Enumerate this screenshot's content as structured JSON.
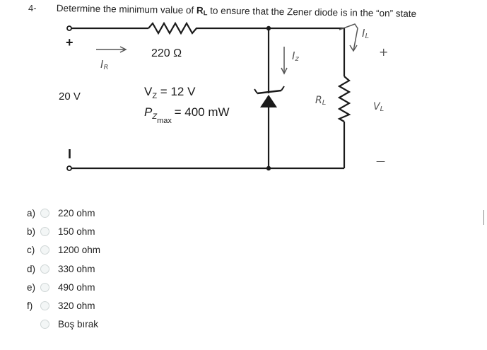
{
  "question": {
    "number": "4-",
    "text_before": "Determine the minimum value of ",
    "rl_main": "R",
    "rl_sub": "L",
    "text_after": " to ensure that the Zener diode is in the “on” state"
  },
  "circuit": {
    "plus_top": "+",
    "minus_bottom": "I",
    "resistor_value": "220 Ω",
    "ir_label": "I",
    "ir_sub": "R",
    "source_voltage": "20 V",
    "vz_label": "V",
    "vz_sub": "Z",
    "vz_value": " = 12 V",
    "pz_label": "P",
    "pz_sub": "Z",
    "pz_subsub": "max",
    "pz_value": " = 400 mW",
    "iz_label": "I",
    "iz_sub": "z",
    "rl_label": "R",
    "rl_sub": "L",
    "il_label": "I",
    "il_sub": "L",
    "vl_label": "V",
    "vl_sub": "L",
    "vl_plus": "+",
    "vl_minus": "—"
  },
  "options": [
    {
      "letter": "a)",
      "text": "220 ohm"
    },
    {
      "letter": "b)",
      "text": "150 ohm"
    },
    {
      "letter": "c)",
      "text": "1200 ohm"
    },
    {
      "letter": "d)",
      "text": "330 ohm"
    },
    {
      "letter": "e)",
      "text": "490 ohm"
    },
    {
      "letter": "f)",
      "text": "320 ohm"
    },
    {
      "letter": "",
      "text": "Boş bırak"
    }
  ]
}
